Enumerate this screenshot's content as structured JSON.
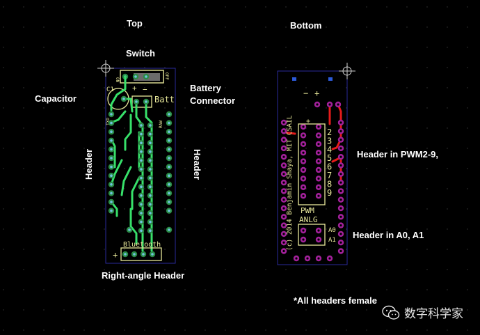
{
  "labels": {
    "top": "Top",
    "bottom": "Bottom",
    "switch": "Switch",
    "capacitor": "Capacitor",
    "battery_line1": "Battery",
    "battery_line2": "Connector",
    "header_left": "Header",
    "header_right": "Header",
    "header_pwm": "Header in PWM2-9,",
    "header_anlg": "Header in A0, A1",
    "right_angle": "Right-angle Header",
    "note": "*All headers female"
  },
  "silk_top": {
    "on": "ON",
    "off": "OFF",
    "c1": "C1",
    "plus": "+",
    "minus": "−",
    "batt": "Batt",
    "txo": "TXO",
    "raw": "RAW",
    "bluetooth": "Bluetooth",
    "bt_plus": "+"
  },
  "silk_bottom": {
    "minus": "−",
    "plus": "+",
    "credit": "(c) 2014 Benjamin Shaya, MIT CSAIL",
    "pwm": "PWM",
    "anlg": "ANLG",
    "a0": "A0",
    "a1": "A1",
    "row_plus": "+",
    "numbers": [
      "2",
      "3",
      "4",
      "5",
      "6",
      "7",
      "8",
      "9"
    ]
  },
  "watermark": "数字科学家",
  "colors": {
    "background": "#000000",
    "pad_green": "#2a8c46",
    "pad_hole": "#6fc3e0",
    "trace_green": "#37e06a",
    "silk": "#e8e89a",
    "pad_magenta": "#a3219b",
    "trace_red": "#e51b1b",
    "board_outline": "#2a2a9a"
  }
}
